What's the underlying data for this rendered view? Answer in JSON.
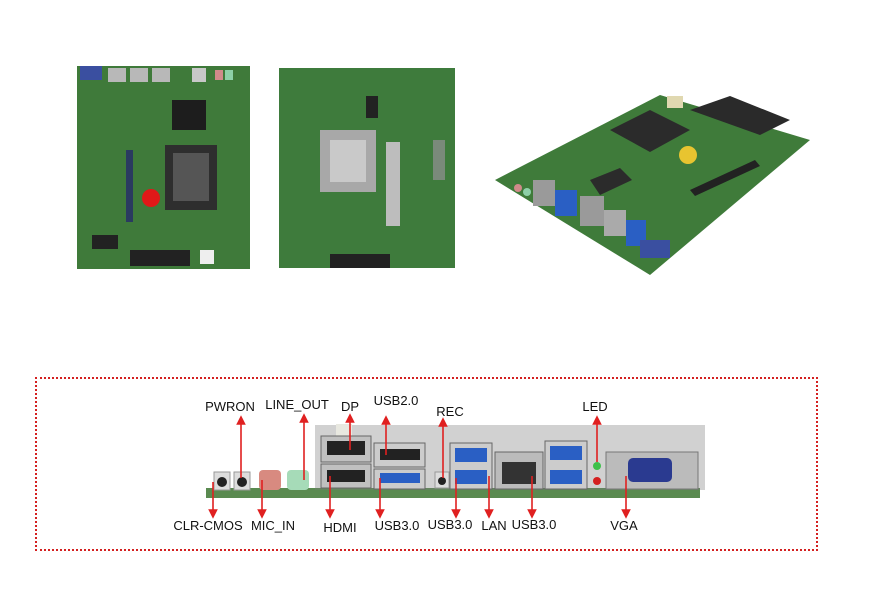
{
  "photos": {
    "board_top_view": "motherboard-top-view",
    "board_bottom_view": "motherboard-bottom-view",
    "board_angled_view": "motherboard-angled-view"
  },
  "io_panel": {
    "top_labels": [
      "PWRON",
      "LINE_OUT",
      "DP",
      "USB2.0",
      "REC",
      "LED"
    ],
    "bottom_labels": [
      "CLR-CMOS",
      "MIC_IN",
      "HDMI",
      "USB3.0",
      "USB3.0",
      "LAN",
      "USB3.0",
      "VGA"
    ]
  },
  "colors": {
    "pcb": "#3f7a3a",
    "arrow": "#e02020",
    "frame": "#d42020",
    "usb3": "#2a5fc4"
  }
}
